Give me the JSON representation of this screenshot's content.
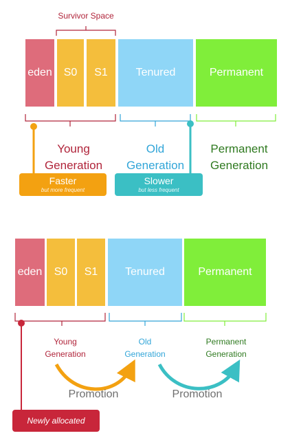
{
  "colors": {
    "eden": "#de6c7b",
    "survivor": "#f4be3c",
    "tenured": "#8fd6f7",
    "permanent": "#80ee3a",
    "young": "#b0243a",
    "old": "#31a5d8",
    "perm_text": "#2f7a20",
    "faster": "#f3a111",
    "slower": "#3bbfc4",
    "newly": "#c8263a"
  },
  "top": {
    "survivor_label": "Survivor Space",
    "blocks": {
      "eden": "eden",
      "s0": "S0",
      "s1": "S1",
      "tenured": "Tenured",
      "permanent": "Permanent"
    },
    "young": {
      "line1": "Young",
      "line2": "Generation"
    },
    "old": {
      "line1": "Old",
      "line2": "Generation"
    },
    "permanent": {
      "line1": "Permanent",
      "line2": "Generation"
    },
    "faster": {
      "label": "Faster",
      "note": "but more frequent"
    },
    "slower": {
      "label": "Slower",
      "note": "but less frequent"
    }
  },
  "bottom": {
    "blocks": {
      "eden": "eden",
      "s0": "S0",
      "s1": "S1",
      "tenured": "Tenured",
      "permanent": "Permanent"
    },
    "young": {
      "line1": "Young",
      "line2": "Generation"
    },
    "old": {
      "line1": "Old",
      "line2": "Generation"
    },
    "permanent": {
      "line1": "Permanent",
      "line2": "Generation"
    },
    "promotion_1": "Promotion",
    "promotion_2": "Promotion",
    "newly_allocated": "Newly allocated"
  }
}
